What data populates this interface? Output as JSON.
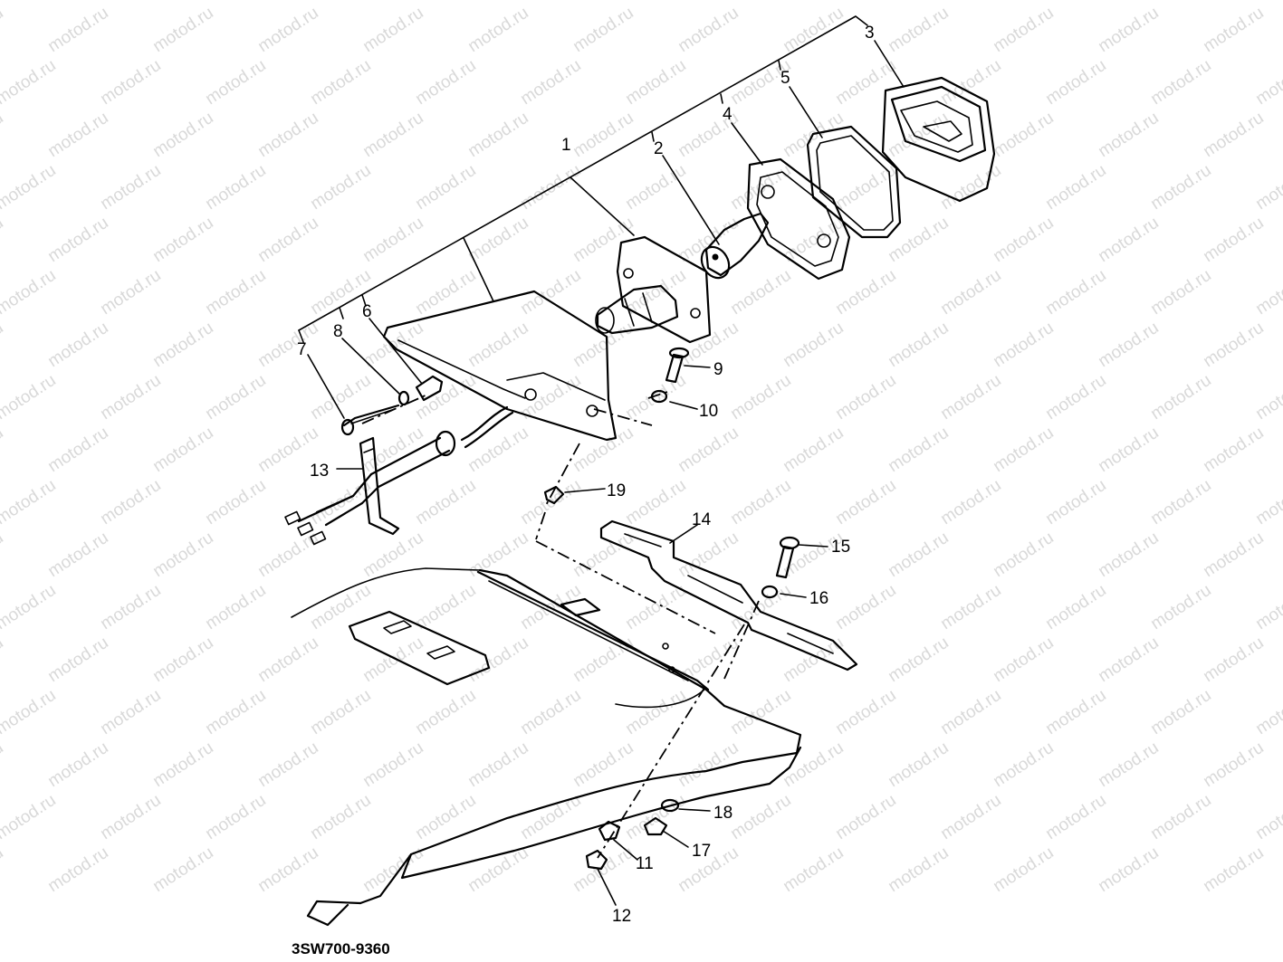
{
  "watermark": "motod.ru",
  "diagram_code": "3SW700-9360",
  "callouts": [
    {
      "id": "1",
      "label": "1"
    },
    {
      "id": "2",
      "label": "2"
    },
    {
      "id": "3",
      "label": "3"
    },
    {
      "id": "4",
      "label": "4"
    },
    {
      "id": "5",
      "label": "5"
    },
    {
      "id": "6",
      "label": "6"
    },
    {
      "id": "7",
      "label": "7"
    },
    {
      "id": "8",
      "label": "8"
    },
    {
      "id": "9",
      "label": "9"
    },
    {
      "id": "10",
      "label": "10"
    },
    {
      "id": "11",
      "label": "11"
    },
    {
      "id": "12",
      "label": "12"
    },
    {
      "id": "13",
      "label": "13"
    },
    {
      "id": "14",
      "label": "14"
    },
    {
      "id": "15",
      "label": "15"
    },
    {
      "id": "16",
      "label": "16"
    },
    {
      "id": "17",
      "label": "17"
    },
    {
      "id": "18",
      "label": "18"
    },
    {
      "id": "19",
      "label": "19"
    }
  ],
  "colors": {
    "ink": "#000000",
    "watermark": "#d9d9d9",
    "background": "#ffffff"
  }
}
